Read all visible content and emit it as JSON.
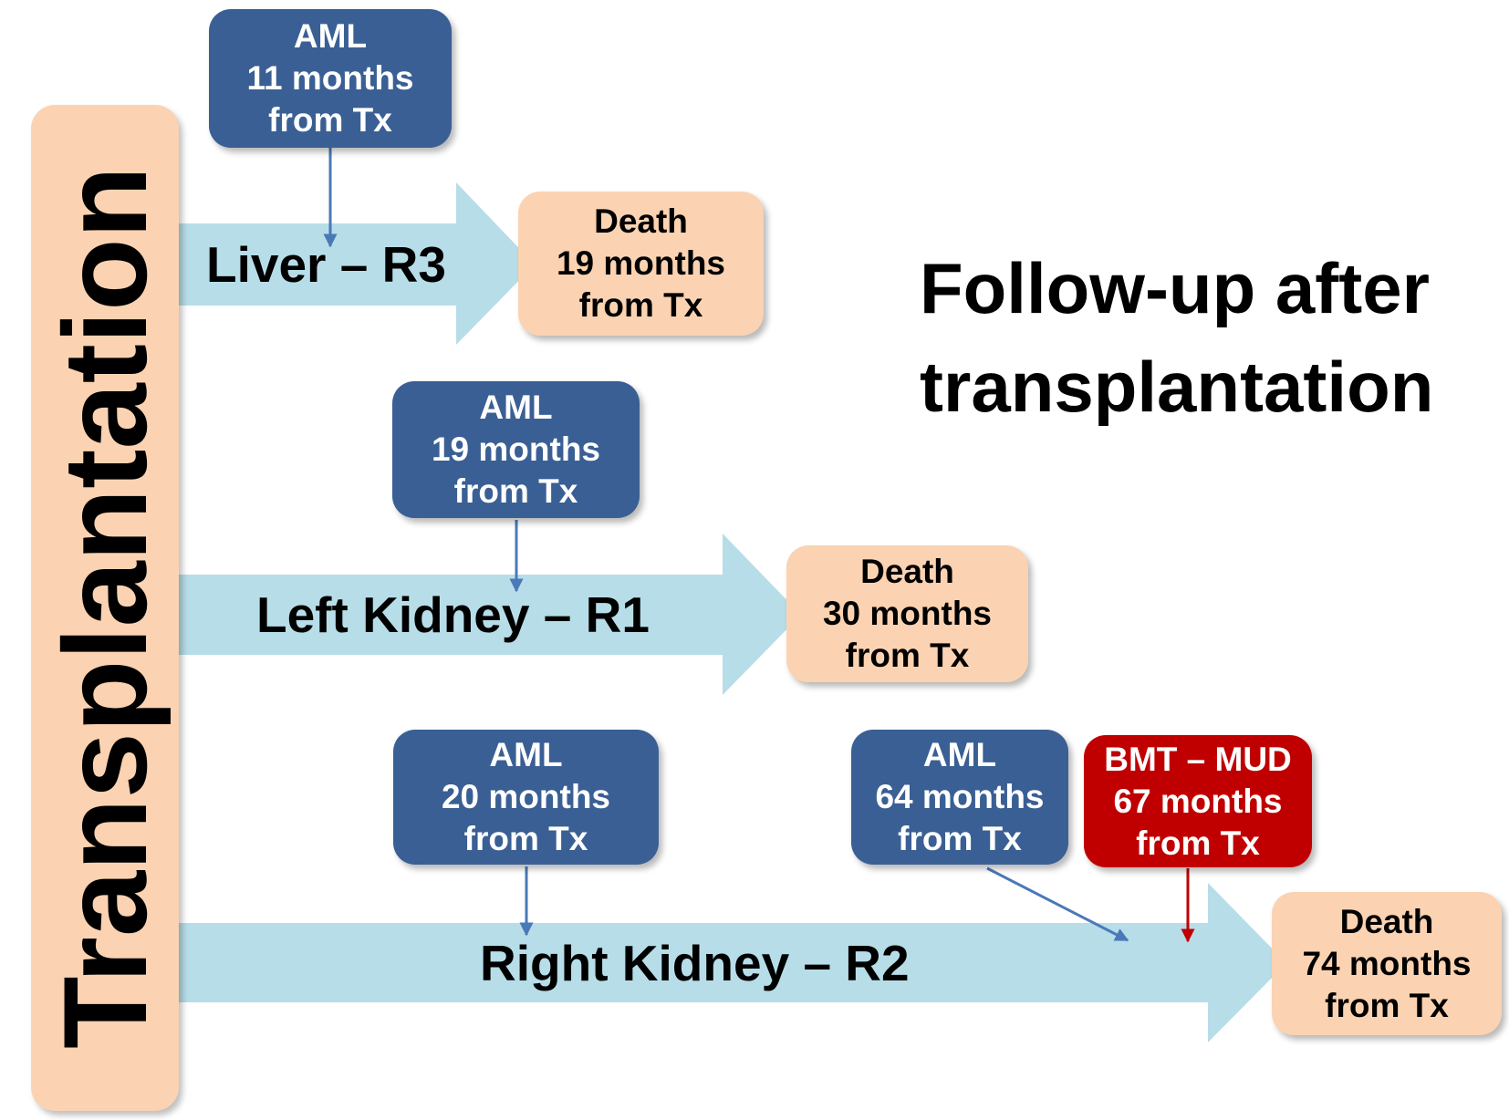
{
  "colors": {
    "arrow_fill": "#b7dde8",
    "aml_box": "#3a5f94",
    "death_box": "#fbd3b2",
    "bmt_box": "#c00000",
    "sidebar": "#fbd3b2",
    "connector_blue": "#4a79b8",
    "connector_red": "#c00000"
  },
  "sidebar": {
    "label": "Transplantation"
  },
  "title": {
    "line1": "Follow-up after",
    "line2": "transplantation"
  },
  "rows": {
    "liver": {
      "label": "Liver – R3",
      "aml": {
        "line1": "AML",
        "line2": "11 months",
        "line3": "from Tx"
      },
      "death": {
        "line1": "Death",
        "line2": "19 months",
        "line3": "from Tx"
      }
    },
    "left_kidney": {
      "label": "Left Kidney – R1",
      "aml": {
        "line1": "AML",
        "line2": "19 months",
        "line3": "from Tx"
      },
      "death": {
        "line1": "Death",
        "line2": "30 months",
        "line3": "from Tx"
      }
    },
    "right_kidney": {
      "label": "Right Kidney – R2",
      "aml_first": {
        "line1": "AML",
        "line2": "20 months",
        "line3": "from Tx"
      },
      "aml_second": {
        "line1": "AML",
        "line2": "64 months",
        "line3": "from Tx"
      },
      "bmt": {
        "line1": "BMT – MUD",
        "line2": "67 months",
        "line3": "from Tx"
      },
      "death": {
        "line1": "Death",
        "line2": "74 months",
        "line3": "from Tx"
      }
    }
  }
}
